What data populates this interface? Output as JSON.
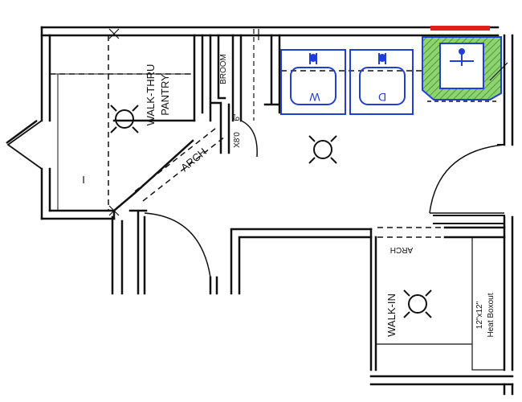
{
  "labels": {
    "pantry_line1": "WALK-THRU",
    "pantry_line2": "PANTRY",
    "broom": "BROOM",
    "dim_6": "6\"",
    "dim_x80": "X8'0",
    "arch_diag": "ARCH",
    "arch_lower": "ARCH",
    "walk_in": "WALK-IN",
    "boxout_line1": "12\"x12\"",
    "boxout_line2": "Heat Boxout",
    "appliance_w": "W",
    "appliance_d": "D",
    "mark_1": "I"
  },
  "colors": {
    "wall": "#111111",
    "appliance": "#1f3fd8",
    "sink_fill": "#7cc85f",
    "sink_stroke": "#1f7a2f",
    "accent_red": "#e02020"
  },
  "icons": [
    "ceiling-light-icon",
    "sink-icon",
    "faucet-icon"
  ]
}
